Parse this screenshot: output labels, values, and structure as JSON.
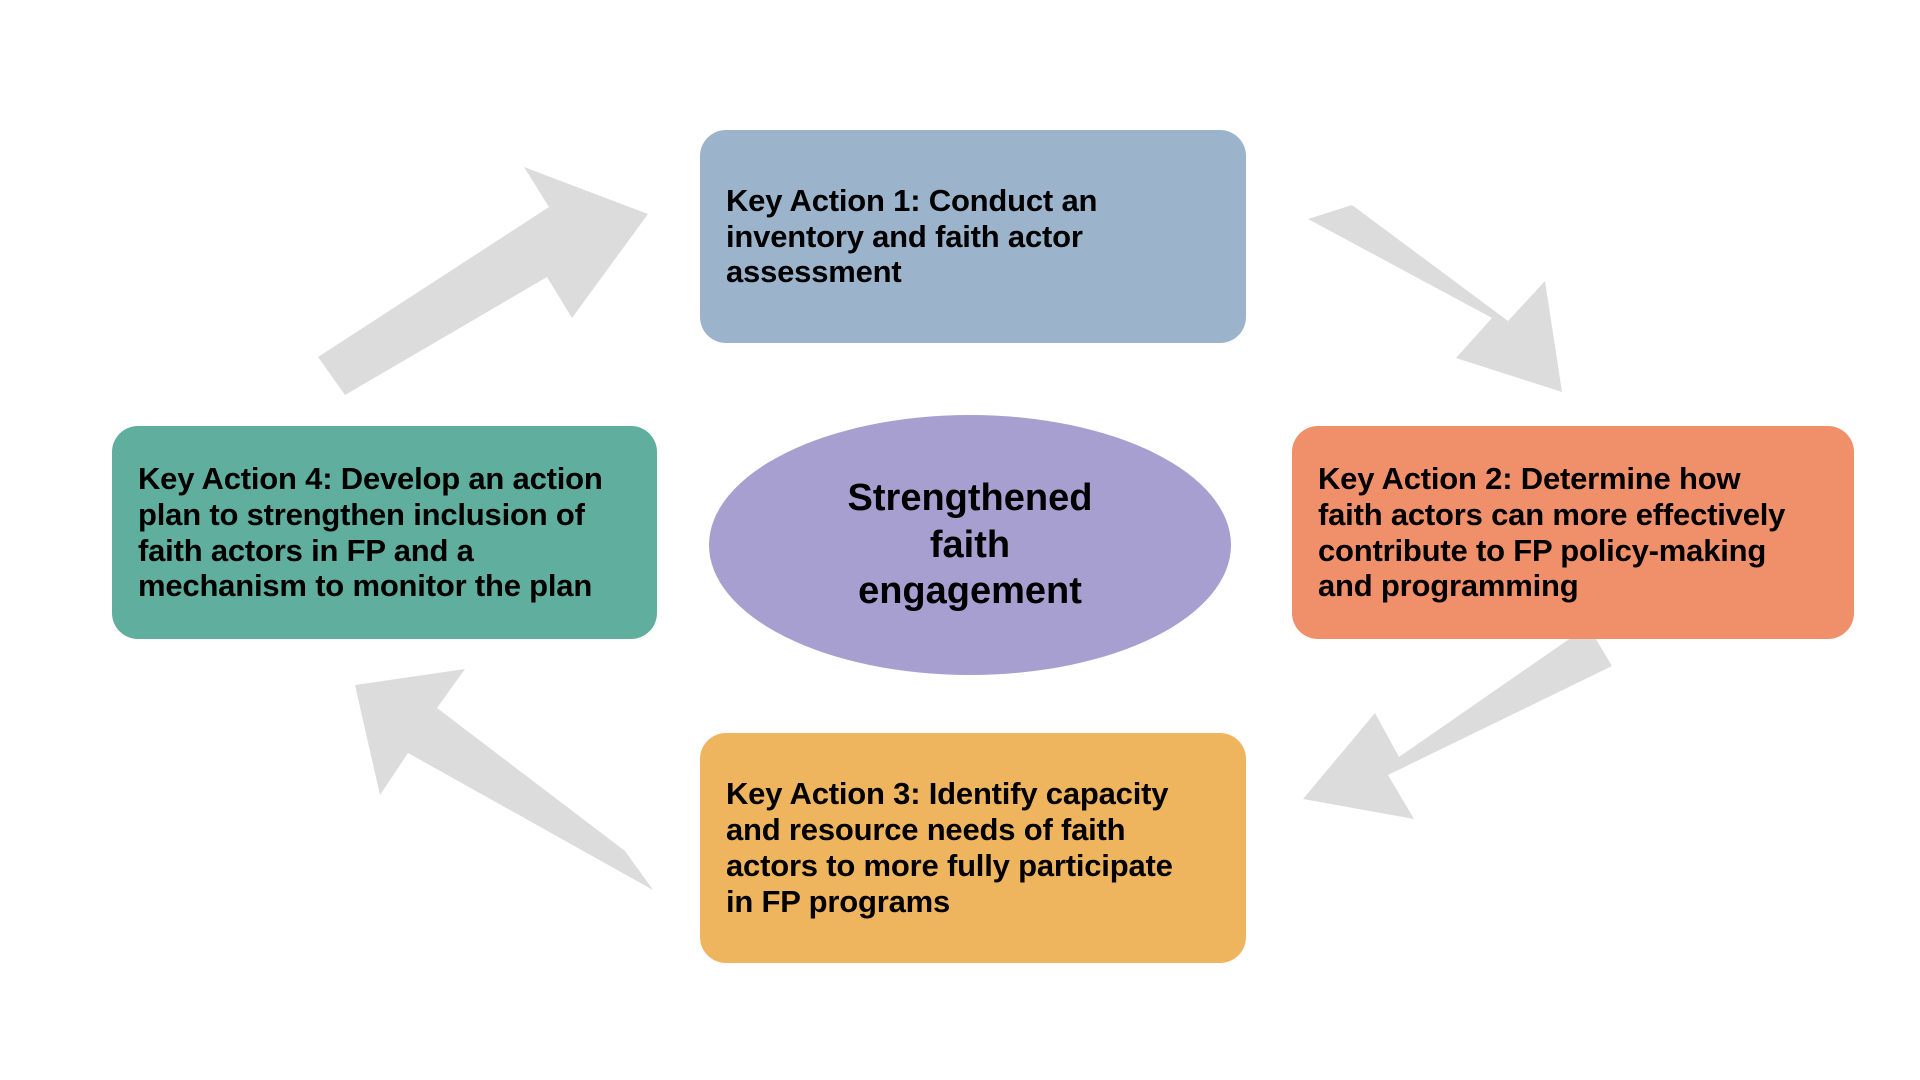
{
  "diagram": {
    "title": "Strengthened faith engagement cycle",
    "background_color": "#FFFFFF",
    "arrow_color": "#DCDCDC",
    "text_color": "#000000"
  },
  "center": {
    "name": "center-ellipse",
    "text": "Strengthened\nfaith\nengagement",
    "color": "#A89FD1"
  },
  "nodes": [
    {
      "id": "key-action-1",
      "position": "top",
      "text": "Key Action 1: Conduct an inventory and faith actor assessment",
      "wrapped": "Key Action 1: Conduct an\ninventory and faith actor\nassessment",
      "color": "#9BB4CC"
    },
    {
      "id": "key-action-2",
      "position": "right",
      "text": "Key Action 2: Determine how faith actors can more effectively contribute to FP policy-making and programming",
      "wrapped": "Key Action 2: Determine how\nfaith actors can more effectively\ncontribute to FP policy-making\nand programming",
      "color": "#F0906B"
    },
    {
      "id": "key-action-3",
      "position": "bottom",
      "text": "Key Action 3: Identify capacity and resource needs of faith actors to more fully participate in FP programs",
      "wrapped": "Key Action 3: Identify capacity\nand resource needs of faith\nactors to more fully participate\nin FP programs",
      "color": "#EFB45E"
    },
    {
      "id": "key-action-4",
      "position": "left",
      "text": "Key Action 4: Develop an action plan to strengthen inclusion of faith actors in FP and a mechanism to monitor the plan",
      "wrapped": "Key Action 4: Develop an action\nplan to strengthen inclusion of\nfaith actors in FP and a\nmechanism to monitor the plan",
      "color": "#5FAE9E"
    }
  ],
  "arrows": [
    {
      "id": "arrow-1-to-2",
      "from": "key-action-1",
      "to": "key-action-2",
      "direction": "down-right"
    },
    {
      "id": "arrow-2-to-3",
      "from": "key-action-2",
      "to": "key-action-3",
      "direction": "down-left"
    },
    {
      "id": "arrow-3-to-4",
      "from": "key-action-3",
      "to": "key-action-4",
      "direction": "up-left"
    },
    {
      "id": "arrow-4-to-1",
      "from": "key-action-4",
      "to": "key-action-1",
      "direction": "up-right"
    }
  ]
}
